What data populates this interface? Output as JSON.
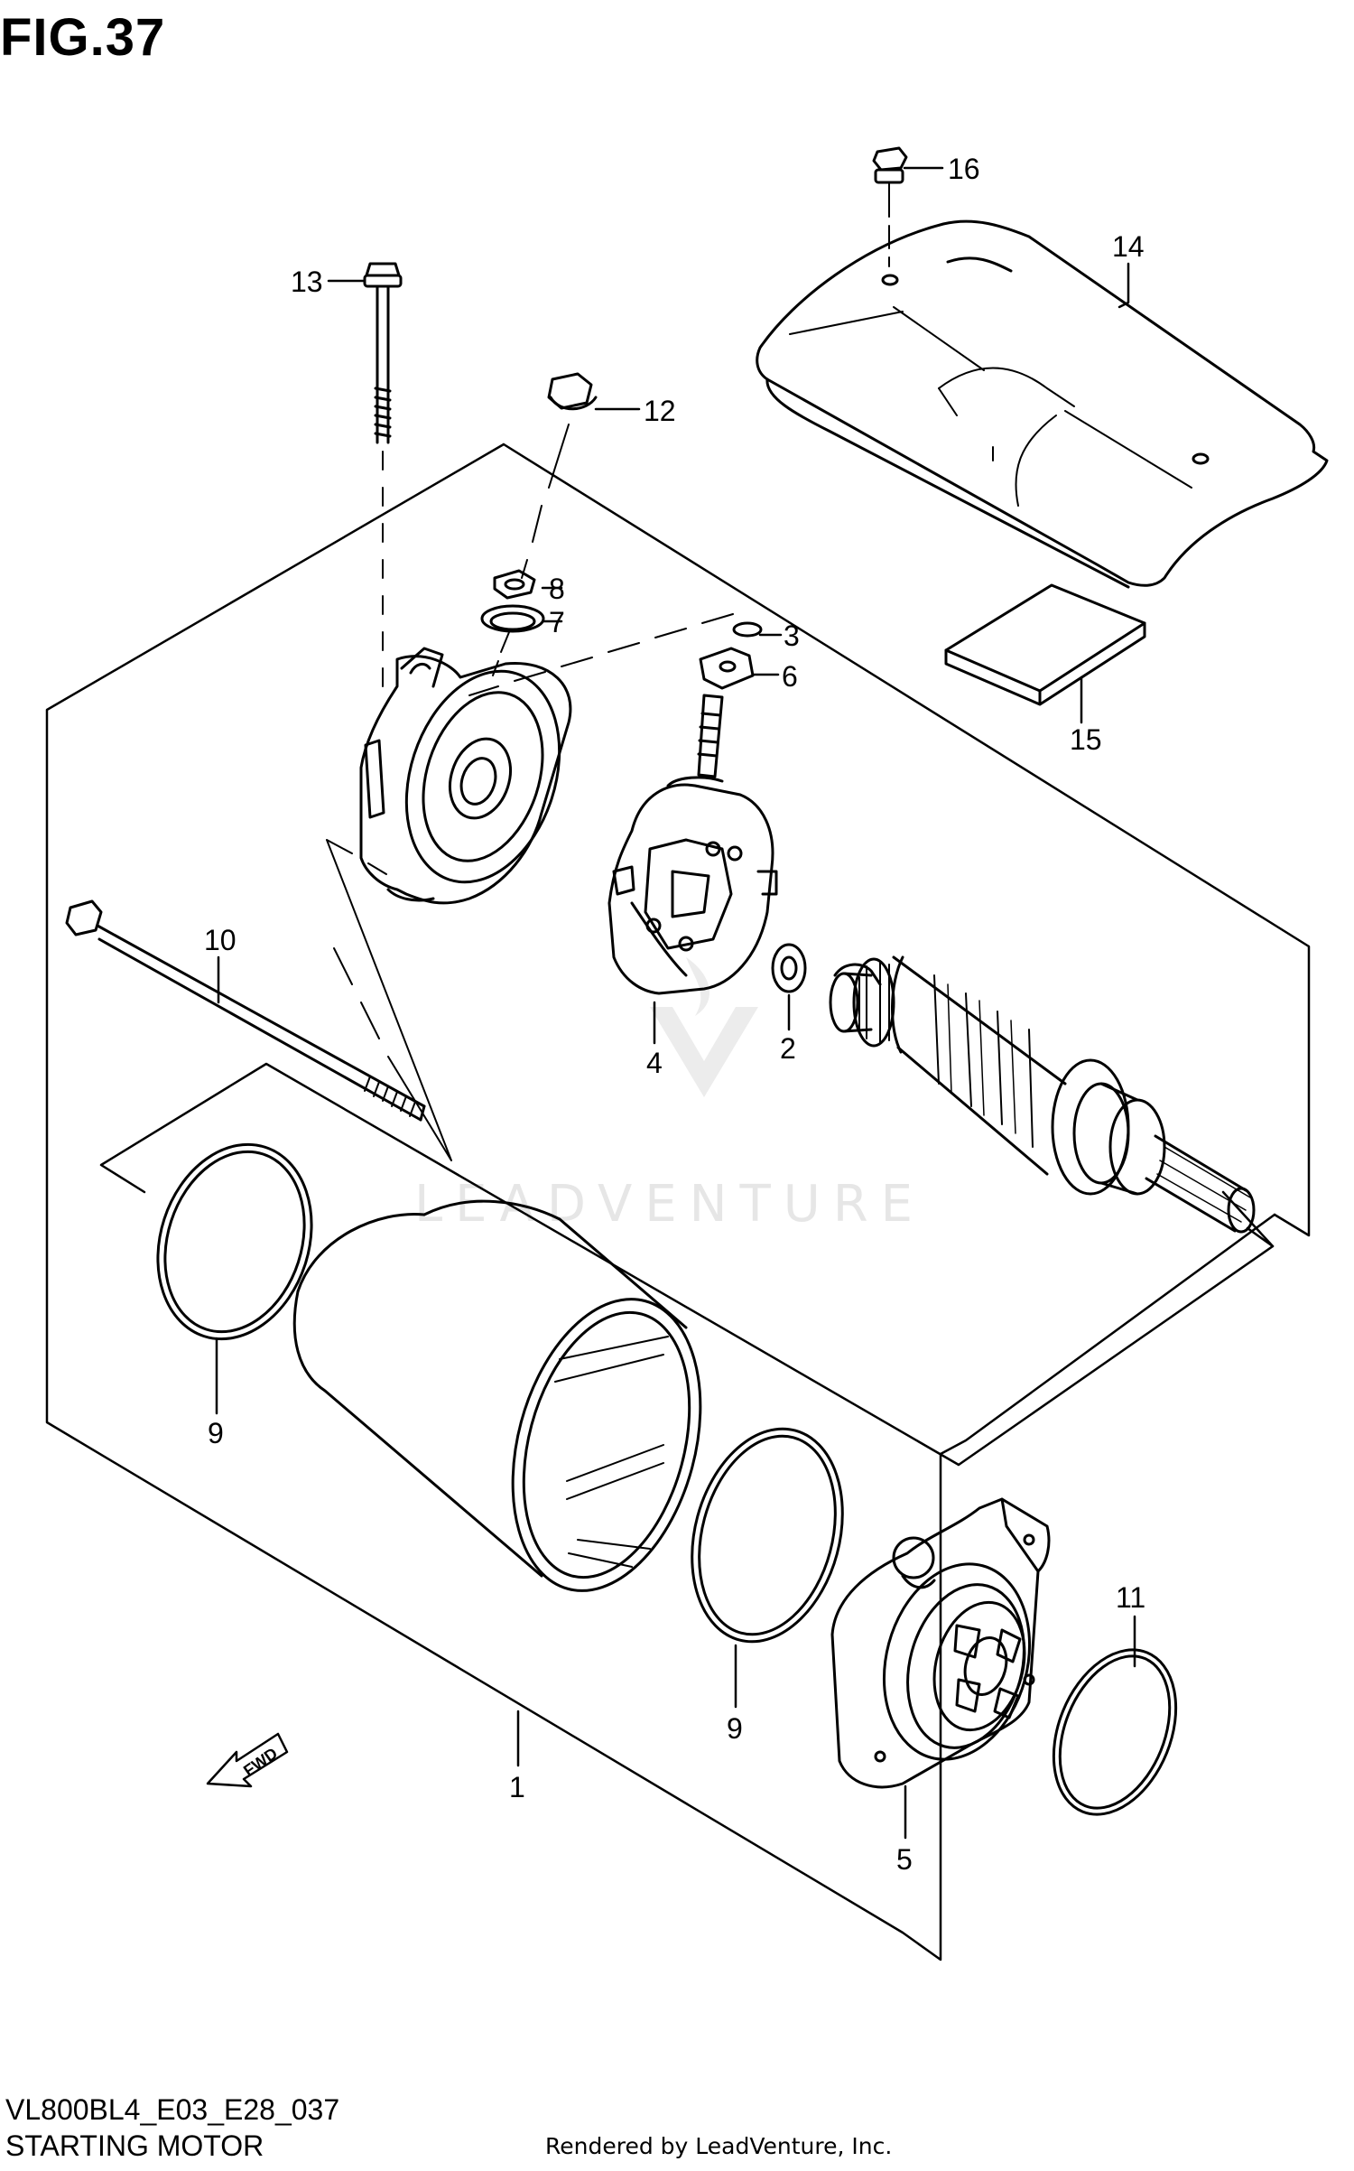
{
  "title": "FIG.37",
  "diagram_code": "VL800BL4_E03_E28_037",
  "diagram_name": "STARTING MOTOR",
  "credit": "Rendered by LeadVenture, Inc.",
  "watermark": "LEADVENTURE",
  "fwd_label": "FWD",
  "callouts": {
    "c1": "1",
    "c2": "2",
    "c3": "3",
    "c4": "4",
    "c5": "5",
    "c6": "6",
    "c7": "7",
    "c8": "8",
    "c9a": "9",
    "c9b": "9",
    "c10": "10",
    "c11": "11",
    "c12": "12",
    "c13": "13",
    "c14": "14",
    "c15": "15",
    "c16": "16"
  },
  "colors": {
    "line": "#000000",
    "background": "#ffffff",
    "watermark": "#e4e4e4"
  }
}
